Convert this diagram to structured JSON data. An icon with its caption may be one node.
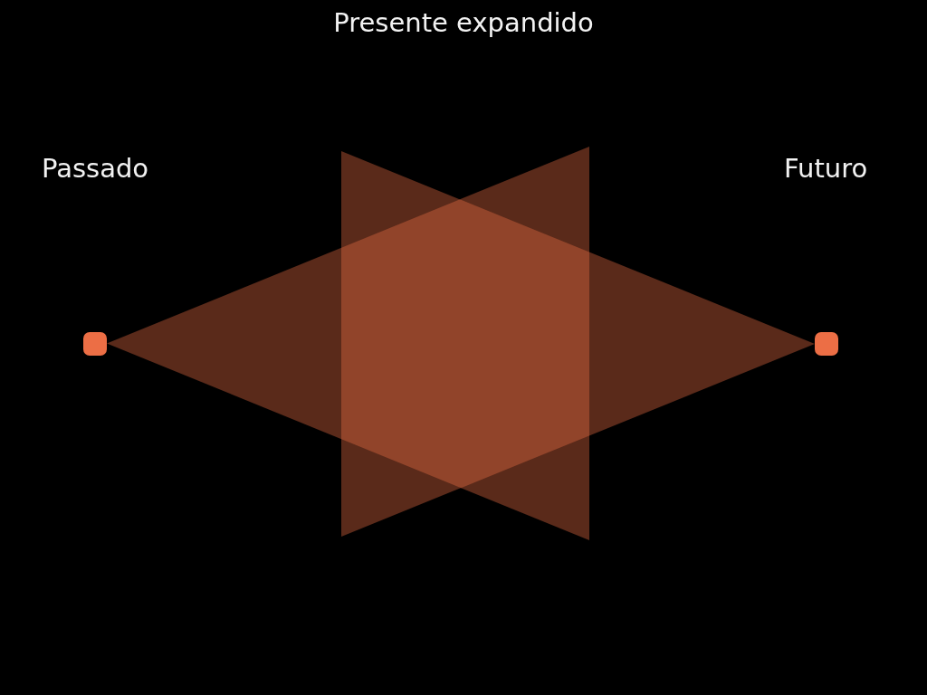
{
  "diagram": {
    "title": "Presente expandido",
    "nodes": [
      {
        "text": [],
        "shape": "triangle"
      },
      {
        "text": [],
        "shape": "triangle"
      }
    ],
    "labels": [
      "Passado",
      "Futuro"
    ]
  }
}
